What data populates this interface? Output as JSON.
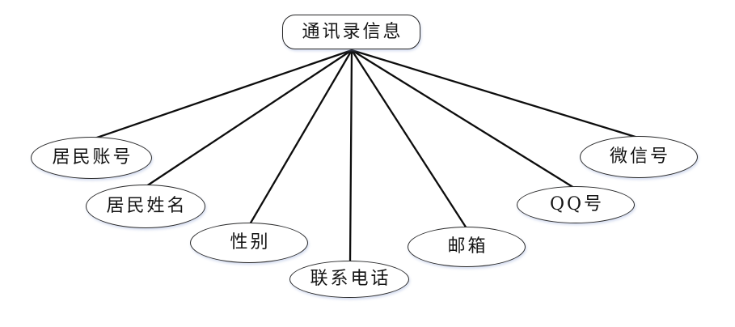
{
  "diagram": {
    "type": "er-attribute-diagram",
    "entity": {
      "label": "通讯录信息"
    },
    "attributes": [
      {
        "label": "居民账号"
      },
      {
        "label": "居民姓名"
      },
      {
        "label": "性别"
      },
      {
        "label": "联系电话"
      },
      {
        "label": "邮箱"
      },
      {
        "label": "QQ号"
      },
      {
        "label": "微信号"
      }
    ],
    "colors": {
      "background": "#ffffff",
      "node_fill": "#ffffff",
      "node_stroke": "#2b2b2b",
      "line_stroke": "#0d0d0d",
      "text": "#141414"
    }
  }
}
